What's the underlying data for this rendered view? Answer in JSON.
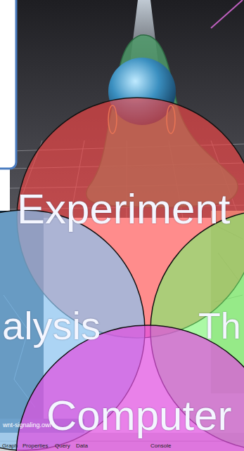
{
  "diagram": {
    "nodes": [
      {
        "text": [
          "Experiment"
        ]
      },
      {
        "text": [
          "alysis"
        ]
      },
      {
        "text": [
          "Th"
        ]
      },
      {
        "text": [
          "Computer"
        ]
      }
    ],
    "labels": [
      "wnt-signaling.owl",
      "Graph",
      "Properties",
      "Query",
      "Data",
      "Console"
    ]
  }
}
